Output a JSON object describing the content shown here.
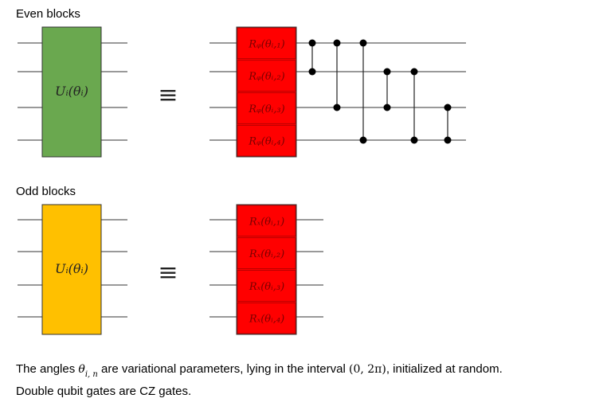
{
  "sections": {
    "even_title": "Even blocks",
    "odd_title": "Odd blocks"
  },
  "even_block": {
    "label": "Uᵢ(θᵢ)",
    "color": "#6aa84f",
    "gates": [
      "Rᵩ(θᵢ,₁)",
      "Rᵩ(θᵢ,₂)",
      "Rᵩ(θᵢ,₃)",
      "Rᵩ(θᵢ,₄)"
    ],
    "cz_pairs": [
      [
        1,
        2
      ],
      [
        1,
        3
      ],
      [
        1,
        4
      ],
      [
        2,
        3
      ],
      [
        2,
        4
      ],
      [
        3,
        4
      ]
    ]
  },
  "odd_block": {
    "label": "Uᵢ(θᵢ)",
    "color": "#ffc000",
    "gates": [
      "Rₓ(θᵢ,₁)",
      "Rₓ(θᵢ,₂)",
      "Rₓ(θᵢ,₃)",
      "Rₓ(θᵢ,₄)"
    ]
  },
  "equiv_symbol": "≡",
  "gate_color": "#ff0000",
  "footnote": {
    "line1_a": "The angles ",
    "theta": "θ",
    "theta_sub": "i, n",
    "line1_b": " are variational parameters, lying in the interval ",
    "interval": "(0, 2π)",
    "line1_c": ", initialized at random.",
    "line2": "Double qubit gates are CZ gates."
  }
}
